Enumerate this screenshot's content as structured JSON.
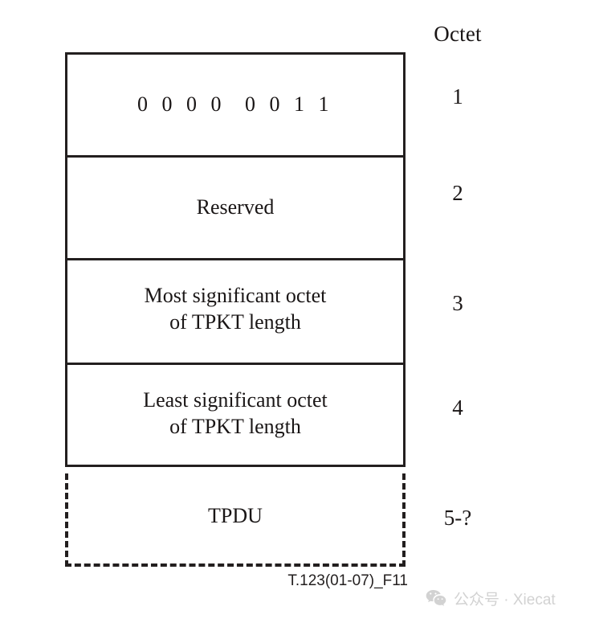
{
  "figure": {
    "caption": "T.123(01-07)_F11",
    "column_header": "Octet",
    "rows": [
      {
        "label": "0 0 0 0  0 0 1 1",
        "octet": "1",
        "border": "solid"
      },
      {
        "label": "Reserved",
        "octet": "2",
        "border": "solid"
      },
      {
        "label_line1": "Most significant octet",
        "label_line2": "of TPKT length",
        "octet": "3",
        "border": "solid"
      },
      {
        "label_line1": "Least significant octet",
        "label_line2": "of TPKT length",
        "octet": "4",
        "border": "solid"
      },
      {
        "label": "TPDU",
        "octet": "5-?",
        "border": "dashed"
      }
    ]
  },
  "watermark": {
    "icon": "wechat-logo-icon",
    "text": "公众号 · Xiecat"
  },
  "colors": {
    "stroke": "#231f1f",
    "text": "#1a1616",
    "background": "#ffffff",
    "watermark": "#d2d2d2"
  }
}
